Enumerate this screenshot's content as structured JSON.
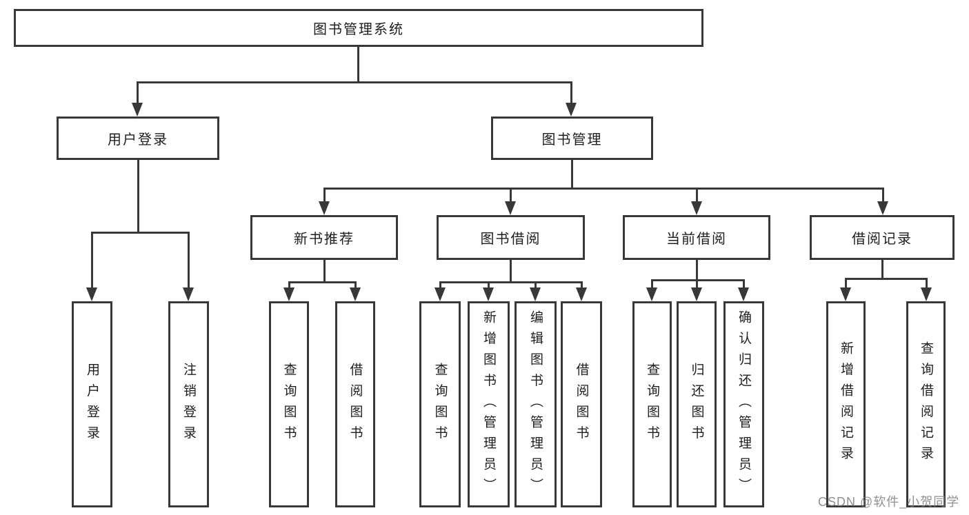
{
  "diagram": {
    "root": "图书管理系统",
    "branches": [
      {
        "label": "用户登录",
        "children": [
          "用户登录",
          "注销登录"
        ]
      },
      {
        "label": "图书管理",
        "children": [
          {
            "label": "新书推荐",
            "children": [
              "查询图书",
              "借阅图书"
            ]
          },
          {
            "label": "图书借阅",
            "children": [
              "查询图书",
              "新增图书（管理员）",
              "编辑图书（管理员）",
              "借阅图书"
            ]
          },
          {
            "label": "当前借阅",
            "children": [
              "查询图书",
              "归还图书",
              "确认归还（管理员）"
            ]
          },
          {
            "label": "借阅记录",
            "children": [
              "新增借阅记录",
              "查询借阅记录"
            ]
          }
        ]
      }
    ],
    "colors": {
      "line": "#383838",
      "text": "#1e1e1e",
      "background": "#ffffff",
      "watermark": "#7d7d80"
    }
  },
  "watermark": "CSDN @软件_小贺同学"
}
